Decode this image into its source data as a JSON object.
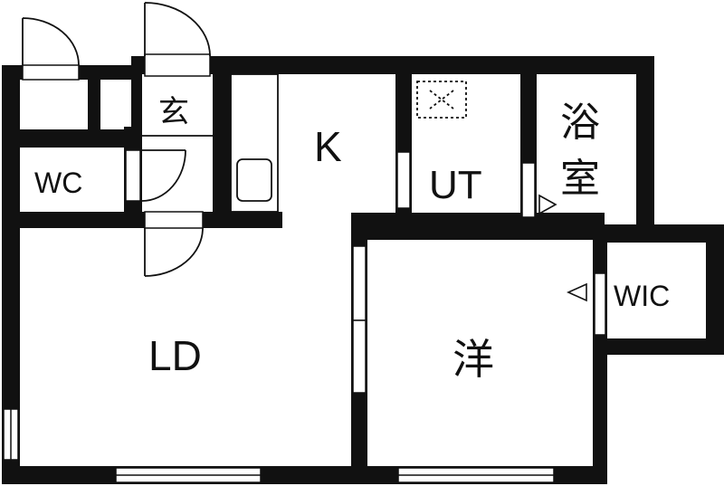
{
  "rooms": {
    "ld": "LD",
    "kitchen": "K",
    "entrance": "玄",
    "wc": "WC",
    "utility": "UT",
    "bath_line1": "浴",
    "bath_line2": "室",
    "western_room": "洋",
    "walk_in_closet": "WIC"
  },
  "colors": {
    "wall": "#111111",
    "background": "#ffffff"
  }
}
